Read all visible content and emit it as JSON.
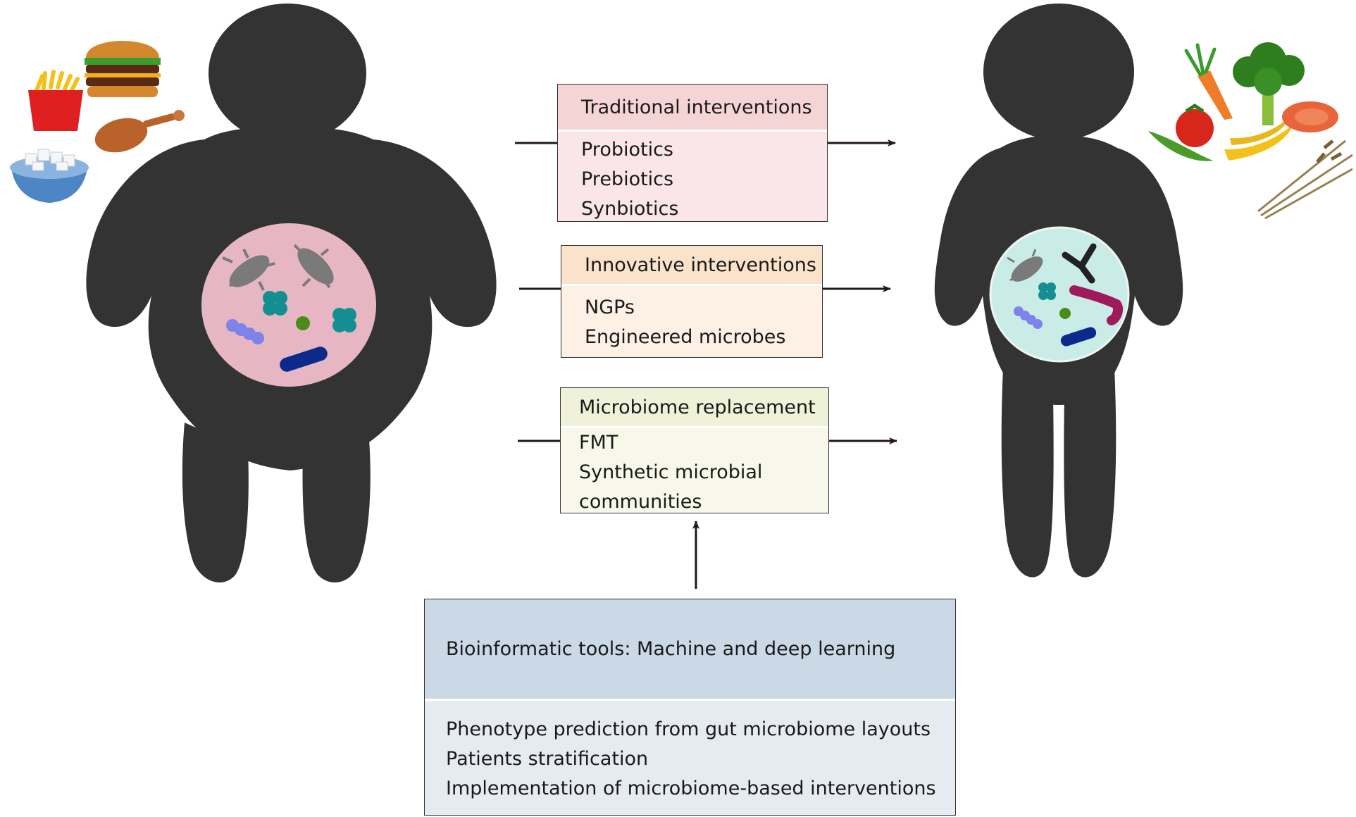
{
  "traditional": {
    "title": "Traditional interventions",
    "items": [
      "Probiotics",
      "Prebiotics",
      "Synbiotics"
    ]
  },
  "innovative": {
    "title": "Innovative interventions",
    "items": [
      "NGPs",
      "Engineered microbes"
    ]
  },
  "microbiome": {
    "title": "Microbiome replacement",
    "items": [
      "FMT",
      "Synthetic microbial",
      "communities"
    ]
  },
  "bioinformatic": {
    "title": "Bioinformatic tools: Machine and deep learning",
    "items": [
      "Phenotype prediction from gut microbiome layouts",
      "Patients stratification",
      "Implementation of microbiome-based interventions"
    ]
  },
  "colors": {
    "silhouette": "#333333",
    "dysbiotic_gut": "#e6b6c3",
    "healthy_gut": "#c9ede6",
    "traditional_header": "#f5d4d6",
    "innovative_header": "#fbe2ca",
    "microbiome_header": "#eff2d9",
    "bioinformatic_header": "#cbd8e6"
  }
}
